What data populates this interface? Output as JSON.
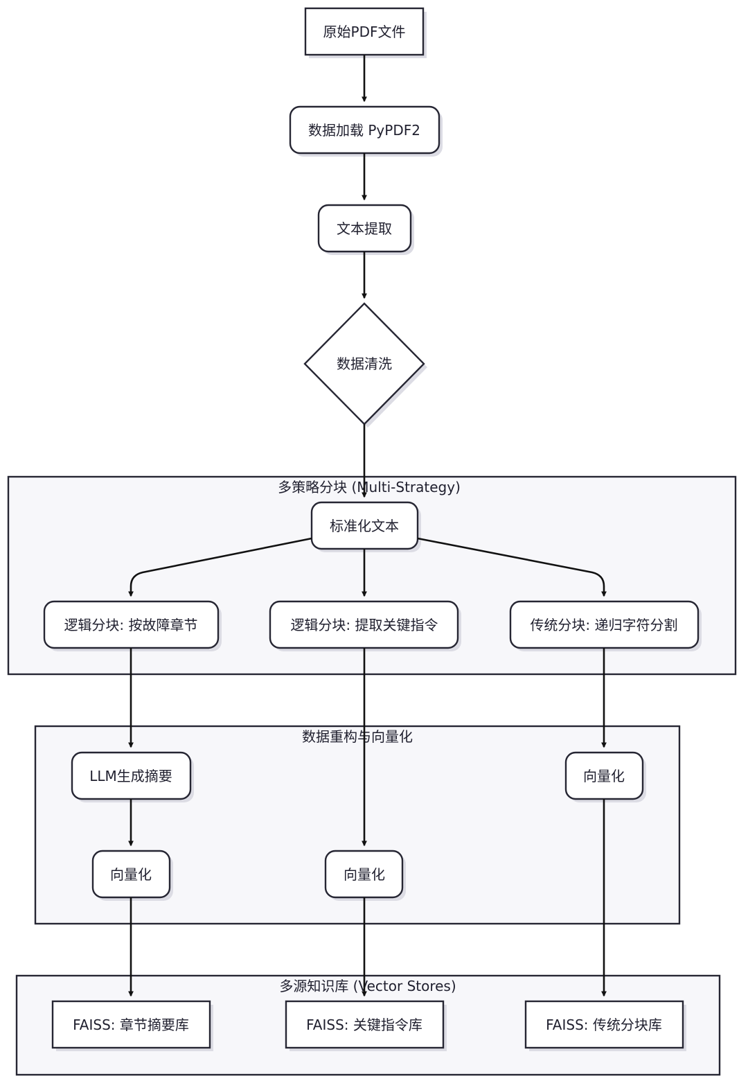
{
  "nodes": {
    "raw_pdf": "原始PDF文件",
    "load": "数据加载 PyPDF2",
    "extract": "文本提取",
    "clean": "数据清洗",
    "normalized": "标准化文本",
    "chunk_fault": "逻辑分块: 按故障章节",
    "chunk_instr": "逻辑分块: 提取关键指令",
    "chunk_trad": "传统分块: 递归字符分割",
    "llm_summary": "LLM生成摘要",
    "vec_left": "向量化",
    "vec_mid": "向量化",
    "vec_right": "向量化",
    "store_summary": "FAISS: 章节摘要库",
    "store_instr": "FAISS: 关键指令库",
    "store_trad": "FAISS: 传统分块库"
  },
  "clusters": {
    "strategy": "多策略分块 (Multi-Strategy)",
    "restructure": "数据重构与向量化",
    "stores": "多源知识库 (Vector Stores)"
  },
  "colors": {
    "cluster_fill": "#f7f7fa",
    "stroke": "#262633",
    "edge": "#111111"
  }
}
